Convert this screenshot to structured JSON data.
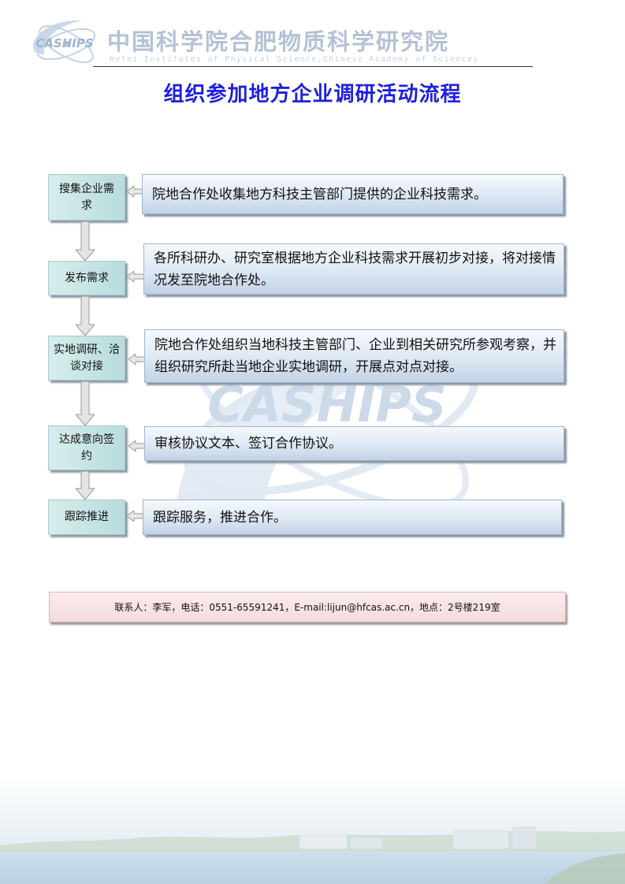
{
  "header": {
    "logo_text": "CASHIPS",
    "org_cn": "中国科学院合肥物质科学研究院",
    "org_en": "Hefei Institutes of Physical Science,Chinese Academy of Sciences"
  },
  "title": "组织参加地方企业调研活动流程",
  "watermark_text": "CASHIPS",
  "steps": [
    {
      "label": "搜集企业需求",
      "description": "院地合作处收集地方科技主管部门提供的企业科技需求。"
    },
    {
      "label": "发布需求",
      "description": "各所科研办、研究室根据地方企业科技需求开展初步对接，将对接情况发至院地合作处。"
    },
    {
      "label": "实地调研、洽谈对接",
      "description": "院地合作处组织当地科技主管部门、企业到相关研究所参观考察，并组织研究所赴当地企业实地调研，开展点对点对接。"
    },
    {
      "label": "达成意向签约",
      "description": "审核协议文本、签订合作协议。"
    },
    {
      "label": "跟踪推进",
      "description": "跟踪服务，推进合作。"
    }
  ],
  "contact": "联系人：李军，电话：0551-65591241，E-mail:lijun@hfcas.ac.cn，地点：2号楼219室",
  "colors": {
    "title": "#1f1fe0",
    "step_box": "#c6e3e3",
    "desc_box": "#dde8f4",
    "contact_box": "#f8e2e2",
    "header_text": "#b4c2d6"
  }
}
